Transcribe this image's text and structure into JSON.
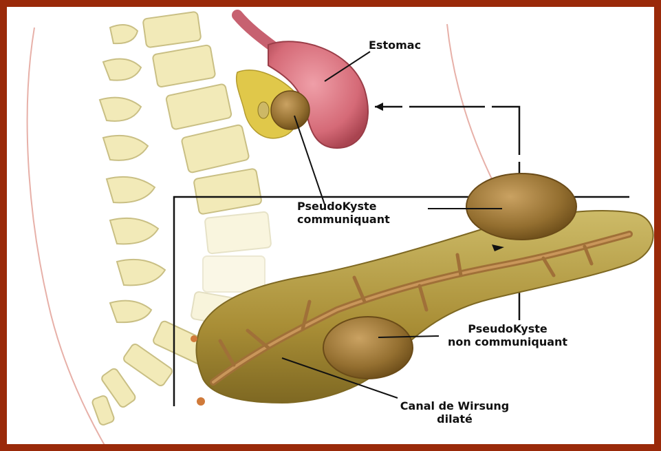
{
  "labels": {
    "estomac": "Estomac",
    "pk_comm_line1": "PseudoKyste",
    "pk_comm_line2": "communiquant",
    "pk_noncomm_line1": "PseudoKyste",
    "pk_noncomm_line2": "non communiquant",
    "wirsung_line1": "Canal de Wirsung",
    "wirsung_line2": "dilaté"
  },
  "colors": {
    "frame": "#9a2a0a",
    "vertebra": "#f2eab8",
    "vertebra_outline": "#c9bf84",
    "disc": "#ffffff",
    "stomach": "#d9707c",
    "stomach_inner": "#e89aa2",
    "pancreas": "#b9a042",
    "pancreas_light": "#cdb866",
    "duct": "#a07038",
    "cyst": "#8c6a2c",
    "cyst_light": "#b99450",
    "fat": "#e0c84a",
    "body_outline": "#e7b0a8"
  }
}
